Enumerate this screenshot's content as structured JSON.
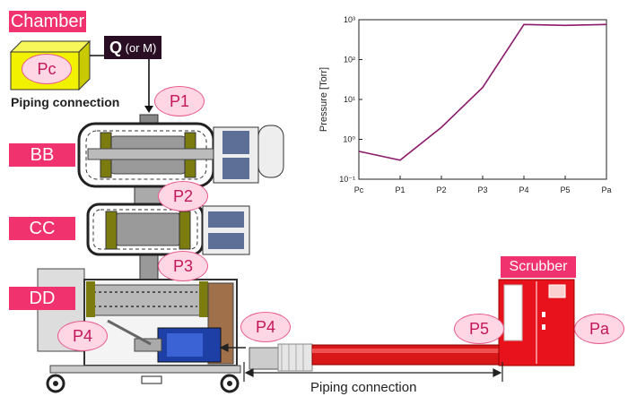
{
  "tags": {
    "chamber": "Chamber",
    "bb": "BB",
    "cc": "CC",
    "dd": "DD",
    "scrubber": "Scrubber"
  },
  "flow_label": {
    "q": "Q",
    "suffix": " (or M)"
  },
  "piping_connection_top": "Piping connection",
  "piping_connection_bottom": "Piping connection",
  "bubbles": {
    "pc": "Pc",
    "p1": "P1",
    "p2": "P2",
    "p3": "P3",
    "p4_left": "P4",
    "p4_right": "P4",
    "p5": "P5",
    "pa": "Pa"
  },
  "colors": {
    "tag_bg": "#f0326e",
    "bubble_fill": "#ffd6e4",
    "bubble_stroke": "#e75a8d",
    "chamber_yellow": "#f2f200",
    "chart_line": "#8b1a6b",
    "exhaust_pipe": "#d81818",
    "scrubber_red": "#e8121d"
  },
  "chart_data": {
    "type": "line",
    "categories": [
      "Pc",
      "P1",
      "P2",
      "P3",
      "P4",
      "P5",
      "Pa"
    ],
    "values": [
      0.5,
      0.3,
      2,
      20,
      760,
      720,
      760
    ],
    "ylabel": "Pressure [Torr]",
    "xlabel": "",
    "yscale": "log",
    "ylim": [
      0.1,
      1000
    ],
    "ytick_labels": [
      "10⁻¹",
      "10⁰",
      "10¹",
      "10²",
      "10³"
    ],
    "grid": false
  }
}
